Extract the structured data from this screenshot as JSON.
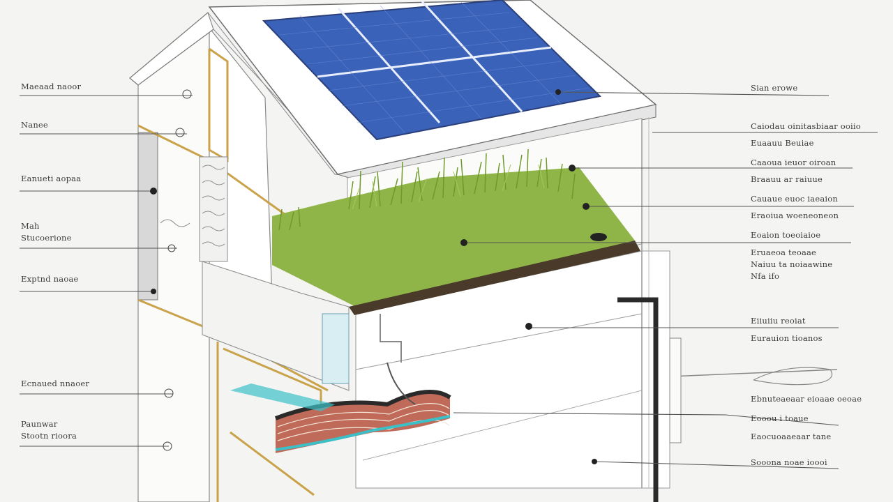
{
  "colors": {
    "background": "#f4f4f3",
    "outline": "#6e6e6e",
    "solar_panel": "#3a62b8",
    "panel_grid": "#e8eefc",
    "soil": "#4a3a2a",
    "grass": "#7da83a",
    "wood_frame": "#c9a24a",
    "water": "#3cc0c8",
    "strata_red": "#c06a5a",
    "pipe": "#2a2a2a"
  },
  "labels_left": [
    {
      "id": "l1",
      "text": "Maeaad naoor"
    },
    {
      "id": "l2",
      "text": "Nanee"
    },
    {
      "id": "l3",
      "text": "Eanueti aopaa"
    },
    {
      "id": "l4a",
      "text": "Mah"
    },
    {
      "id": "l4b",
      "text": "Stucoerione"
    },
    {
      "id": "l5",
      "text": "Exptnd naoae"
    },
    {
      "id": "l6",
      "text": "Ecnaued nnaoer"
    },
    {
      "id": "l7a",
      "text": "Paunwar"
    },
    {
      "id": "l7b",
      "text": "Stootn rioora"
    }
  ],
  "labels_right": [
    {
      "id": "r1",
      "text": "Sian erowe"
    },
    {
      "id": "r2a",
      "text": "Caiodau oinitasbiaar ooiio"
    },
    {
      "id": "r2b",
      "text": "Euaauu Beuiae"
    },
    {
      "id": "r3",
      "text": "Caaoua ieuor oiroan"
    },
    {
      "id": "r3b",
      "text": "Braauu ar raiuue"
    },
    {
      "id": "r4a",
      "text": "Cauaue euoc iaeaion"
    },
    {
      "id": "r4b",
      "text": "Eraoiua woeneoneon"
    },
    {
      "id": "r5a",
      "text": "Eoaion toeoiaioe"
    },
    {
      "id": "r5b",
      "text": "Eruaeoa teoaae"
    },
    {
      "id": "r5c",
      "text": "Naiuu ta noiaawine"
    },
    {
      "id": "r5d",
      "text": "Nfa ifo"
    },
    {
      "id": "r6a",
      "text": "Eiiuiiu reoiat"
    },
    {
      "id": "r6b",
      "text": "Eurauion tioanos"
    },
    {
      "id": "r7",
      "text": "Ebnuteaeaar eioaae oeoae"
    },
    {
      "id": "r8a",
      "text": "Eooou i toaue"
    },
    {
      "id": "r8b",
      "text": "Eaocuoaaeaar tane"
    },
    {
      "id": "r9",
      "text": "Sooona noae ioooi"
    }
  ]
}
